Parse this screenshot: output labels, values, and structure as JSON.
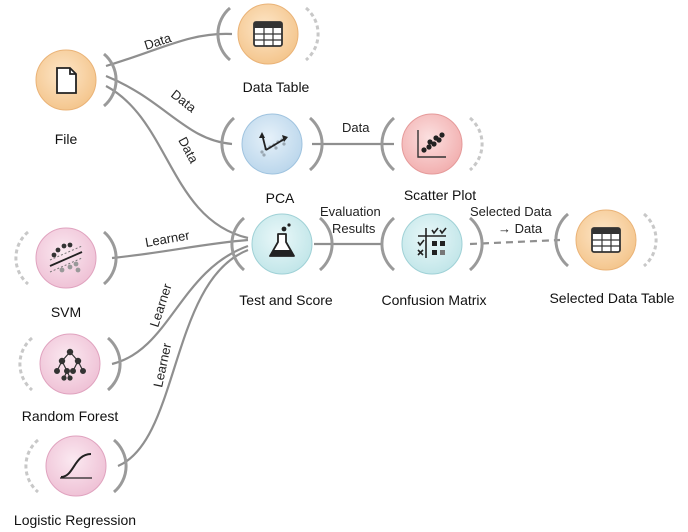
{
  "widgets": {
    "file": {
      "label": "File",
      "icon": "document-icon",
      "color": "#f6d3a6"
    },
    "data_table": {
      "label": "Data Table",
      "icon": "table-icon",
      "color": "#f6d3a6"
    },
    "pca": {
      "label": "PCA",
      "icon": "pca-axes-icon",
      "color": "#cfe3f2"
    },
    "scatter_plot": {
      "label": "Scatter Plot",
      "icon": "scatter-icon",
      "color": "#f5c3c3"
    },
    "test_and_score": {
      "label": "Test and Score",
      "icon": "flask-icon",
      "color": "#d5eef0"
    },
    "confusion_matrix": {
      "label": "Confusion Matrix",
      "icon": "confusion-matrix-icon",
      "color": "#d5eef0"
    },
    "selected_data_table": {
      "label": "Selected Data Table",
      "icon": "table-icon",
      "color": "#f6d3a6"
    },
    "svm": {
      "label": "SVM",
      "icon": "svm-icon",
      "color": "#f4d4e2"
    },
    "random_forest": {
      "label": "Random Forest",
      "icon": "tree-icon",
      "color": "#f4d4e2"
    },
    "logistic_regression": {
      "label": "Logistic Regression",
      "icon": "sigmoid-icon",
      "color": "#f4d4e2"
    }
  },
  "links": {
    "file_to_table": "Data",
    "file_to_pca": "Data",
    "file_to_test": "Data",
    "pca_to_scatter": "Data",
    "test_to_cm_line1": "Evaluation",
    "test_to_cm_line2": "Results",
    "cm_to_selected_line1": "Selected Data",
    "cm_to_selected_line2": "→ Data",
    "svm_to_test": "Learner",
    "rf_to_test": "Learner",
    "lr_to_test": "Learner"
  },
  "colors": {
    "link": "#8f8f8f",
    "port": "#9a9a9a",
    "orange_bg": "#f6d3a6",
    "blue_bg": "#cfe3f2",
    "red_bg": "#f5c3c3",
    "teal_bg": "#d5eef0",
    "pink_bg": "#f4d4e2"
  }
}
